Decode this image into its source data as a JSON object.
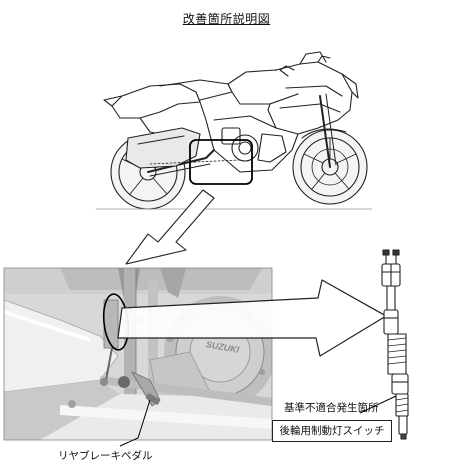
{
  "document": {
    "title": "改善箇所説明図"
  },
  "labels": {
    "rear_brake_pedal": "リヤブレーキペダル",
    "nonconformity_site": "基準不適合発生箇所",
    "rear_brake_light_switch": "後輪用制動灯スイッチ"
  },
  "illustrations": {
    "motorcycle": "motorcycle-side-view",
    "detail": "rear-brake-area-closeup",
    "part": "brake-light-switch-part",
    "engine_cover_mark": "SUZUKI"
  }
}
